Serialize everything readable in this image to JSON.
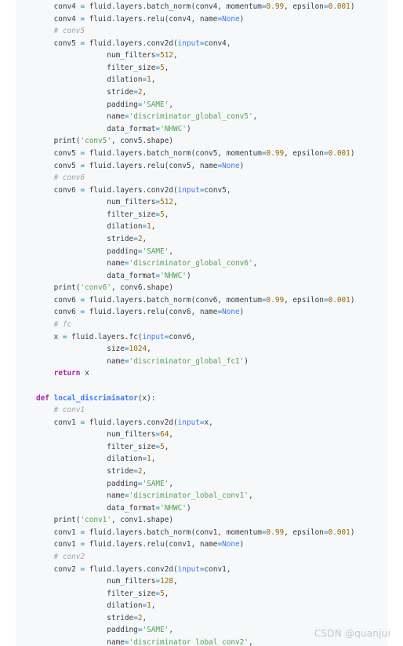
{
  "code": {
    "lines": [
      [
        {
          "t": "    conv4 "
        },
        {
          "t": "=",
          "k": "op"
        },
        {
          "t": " fluid.layers.batch_norm(conv4, momentum"
        },
        {
          "t": "=",
          "k": "op"
        },
        {
          "t": "0.99",
          "k": "nu"
        },
        {
          "t": ", epsilon"
        },
        {
          "t": "=",
          "k": "op"
        },
        {
          "t": "0.001",
          "k": "nu"
        },
        {
          "t": ")"
        }
      ],
      [
        {
          "t": "    conv4 "
        },
        {
          "t": "=",
          "k": "op"
        },
        {
          "t": " fluid.layers.relu(conv4, name"
        },
        {
          "t": "=",
          "k": "op"
        },
        {
          "t": "None",
          "k": "bi"
        },
        {
          "t": ")"
        }
      ],
      [
        {
          "t": "    "
        },
        {
          "t": "# conv5",
          "k": "cm"
        }
      ],
      [
        {
          "t": "    conv5 "
        },
        {
          "t": "=",
          "k": "op"
        },
        {
          "t": " fluid.layers.conv2d("
        },
        {
          "t": "input",
          "k": "bi"
        },
        {
          "t": "=",
          "k": "op"
        },
        {
          "t": "conv4,"
        }
      ],
      [
        {
          "t": "                num_filters"
        },
        {
          "t": "=",
          "k": "op"
        },
        {
          "t": "512",
          "k": "nu"
        },
        {
          "t": ","
        }
      ],
      [
        {
          "t": "                filter_size"
        },
        {
          "t": "=",
          "k": "op"
        },
        {
          "t": "5",
          "k": "nu"
        },
        {
          "t": ","
        }
      ],
      [
        {
          "t": "                dilation"
        },
        {
          "t": "=",
          "k": "op"
        },
        {
          "t": "1",
          "k": "nu"
        },
        {
          "t": ","
        }
      ],
      [
        {
          "t": "                stride"
        },
        {
          "t": "=",
          "k": "op"
        },
        {
          "t": "2",
          "k": "nu"
        },
        {
          "t": ","
        }
      ],
      [
        {
          "t": "                padding"
        },
        {
          "t": "=",
          "k": "op"
        },
        {
          "t": "'SAME'",
          "k": "st"
        },
        {
          "t": ","
        }
      ],
      [
        {
          "t": "                name"
        },
        {
          "t": "=",
          "k": "op"
        },
        {
          "t": "'discriminator_global_conv5'",
          "k": "st"
        },
        {
          "t": ","
        }
      ],
      [
        {
          "t": "                data_format"
        },
        {
          "t": "=",
          "k": "op"
        },
        {
          "t": "'NHWC'",
          "k": "st"
        },
        {
          "t": ")"
        }
      ],
      [
        {
          "t": "    print("
        },
        {
          "t": "'conv5'",
          "k": "st"
        },
        {
          "t": ", conv5.shape)"
        }
      ],
      [
        {
          "t": "    conv5 "
        },
        {
          "t": "=",
          "k": "op"
        },
        {
          "t": " fluid.layers.batch_norm(conv5, momentum"
        },
        {
          "t": "=",
          "k": "op"
        },
        {
          "t": "0.99",
          "k": "nu"
        },
        {
          "t": ", epsilon"
        },
        {
          "t": "=",
          "k": "op"
        },
        {
          "t": "0.001",
          "k": "nu"
        },
        {
          "t": ")"
        }
      ],
      [
        {
          "t": "    conv5 "
        },
        {
          "t": "=",
          "k": "op"
        },
        {
          "t": " fluid.layers.relu(conv5, name"
        },
        {
          "t": "=",
          "k": "op"
        },
        {
          "t": "None",
          "k": "bi"
        },
        {
          "t": ")"
        }
      ],
      [
        {
          "t": "    "
        },
        {
          "t": "# conv6",
          "k": "cm"
        }
      ],
      [
        {
          "t": "    conv6 "
        },
        {
          "t": "=",
          "k": "op"
        },
        {
          "t": " fluid.layers.conv2d("
        },
        {
          "t": "input",
          "k": "bi"
        },
        {
          "t": "=",
          "k": "op"
        },
        {
          "t": "conv5,"
        }
      ],
      [
        {
          "t": "                num_filters"
        },
        {
          "t": "=",
          "k": "op"
        },
        {
          "t": "512",
          "k": "nu"
        },
        {
          "t": ","
        }
      ],
      [
        {
          "t": "                filter_size"
        },
        {
          "t": "=",
          "k": "op"
        },
        {
          "t": "5",
          "k": "nu"
        },
        {
          "t": ","
        }
      ],
      [
        {
          "t": "                dilation"
        },
        {
          "t": "=",
          "k": "op"
        },
        {
          "t": "1",
          "k": "nu"
        },
        {
          "t": ","
        }
      ],
      [
        {
          "t": "                stride"
        },
        {
          "t": "=",
          "k": "op"
        },
        {
          "t": "2",
          "k": "nu"
        },
        {
          "t": ","
        }
      ],
      [
        {
          "t": "                padding"
        },
        {
          "t": "=",
          "k": "op"
        },
        {
          "t": "'SAME'",
          "k": "st"
        },
        {
          "t": ","
        }
      ],
      [
        {
          "t": "                name"
        },
        {
          "t": "=",
          "k": "op"
        },
        {
          "t": "'discriminator_global_conv6'",
          "k": "st"
        },
        {
          "t": ","
        }
      ],
      [
        {
          "t": "                data_format"
        },
        {
          "t": "=",
          "k": "op"
        },
        {
          "t": "'NHWC'",
          "k": "st"
        },
        {
          "t": ")"
        }
      ],
      [
        {
          "t": "    print("
        },
        {
          "t": "'conv6'",
          "k": "st"
        },
        {
          "t": ", conv6.shape)"
        }
      ],
      [
        {
          "t": "    conv6 "
        },
        {
          "t": "=",
          "k": "op"
        },
        {
          "t": " fluid.layers.batch_norm(conv6, momentum"
        },
        {
          "t": "=",
          "k": "op"
        },
        {
          "t": "0.99",
          "k": "nu"
        },
        {
          "t": ", epsilon"
        },
        {
          "t": "=",
          "k": "op"
        },
        {
          "t": "0.001",
          "k": "nu"
        },
        {
          "t": ")"
        }
      ],
      [
        {
          "t": "    conv6 "
        },
        {
          "t": "=",
          "k": "op"
        },
        {
          "t": " fluid.layers.relu(conv6, name"
        },
        {
          "t": "=",
          "k": "op"
        },
        {
          "t": "None",
          "k": "bi"
        },
        {
          "t": ")"
        }
      ],
      [
        {
          "t": "    "
        },
        {
          "t": "# fc",
          "k": "cm"
        }
      ],
      [
        {
          "t": "    x "
        },
        {
          "t": "=",
          "k": "op"
        },
        {
          "t": " fluid.layers.fc("
        },
        {
          "t": "input",
          "k": "bi"
        },
        {
          "t": "=",
          "k": "op"
        },
        {
          "t": "conv6,"
        }
      ],
      [
        {
          "t": "                size"
        },
        {
          "t": "=",
          "k": "op"
        },
        {
          "t": "1024",
          "k": "nu"
        },
        {
          "t": ","
        }
      ],
      [
        {
          "t": "                name"
        },
        {
          "t": "=",
          "k": "op"
        },
        {
          "t": "'discriminator_global_fc1'",
          "k": "st"
        },
        {
          "t": ")"
        }
      ],
      [
        {
          "t": "    "
        },
        {
          "t": "return",
          "k": "kw"
        },
        {
          "t": " x"
        }
      ],
      [
        {
          "t": ""
        }
      ],
      [
        {
          "t": "def",
          "k": "kw"
        },
        {
          "t": " "
        },
        {
          "t": "local_discriminator",
          "k": "fn"
        },
        {
          "t": "(x):"
        }
      ],
      [
        {
          "t": "    "
        },
        {
          "t": "# conv1",
          "k": "cm"
        }
      ],
      [
        {
          "t": "    conv1 "
        },
        {
          "t": "=",
          "k": "op"
        },
        {
          "t": " fluid.layers.conv2d("
        },
        {
          "t": "input",
          "k": "bi"
        },
        {
          "t": "=",
          "k": "op"
        },
        {
          "t": "x,"
        }
      ],
      [
        {
          "t": "                num_filters"
        },
        {
          "t": "=",
          "k": "op"
        },
        {
          "t": "64",
          "k": "nu"
        },
        {
          "t": ","
        }
      ],
      [
        {
          "t": "                filter_size"
        },
        {
          "t": "=",
          "k": "op"
        },
        {
          "t": "5",
          "k": "nu"
        },
        {
          "t": ","
        }
      ],
      [
        {
          "t": "                dilation"
        },
        {
          "t": "=",
          "k": "op"
        },
        {
          "t": "1",
          "k": "nu"
        },
        {
          "t": ","
        }
      ],
      [
        {
          "t": "                stride"
        },
        {
          "t": "=",
          "k": "op"
        },
        {
          "t": "2",
          "k": "nu"
        },
        {
          "t": ","
        }
      ],
      [
        {
          "t": "                padding"
        },
        {
          "t": "=",
          "k": "op"
        },
        {
          "t": "'SAME'",
          "k": "st"
        },
        {
          "t": ","
        }
      ],
      [
        {
          "t": "                name"
        },
        {
          "t": "=",
          "k": "op"
        },
        {
          "t": "'discriminator_lobal_conv1'",
          "k": "st"
        },
        {
          "t": ","
        }
      ],
      [
        {
          "t": "                data_format"
        },
        {
          "t": "=",
          "k": "op"
        },
        {
          "t": "'NHWC'",
          "k": "st"
        },
        {
          "t": ")"
        }
      ],
      [
        {
          "t": "    print("
        },
        {
          "t": "'conv1'",
          "k": "st"
        },
        {
          "t": ", conv1.shape)"
        }
      ],
      [
        {
          "t": "    conv1 "
        },
        {
          "t": "=",
          "k": "op"
        },
        {
          "t": " fluid.layers.batch_norm(conv1, momentum"
        },
        {
          "t": "=",
          "k": "op"
        },
        {
          "t": "0.99",
          "k": "nu"
        },
        {
          "t": ", epsilon"
        },
        {
          "t": "=",
          "k": "op"
        },
        {
          "t": "0.001",
          "k": "nu"
        },
        {
          "t": ")"
        }
      ],
      [
        {
          "t": "    conv1 "
        },
        {
          "t": "=",
          "k": "op"
        },
        {
          "t": " fluid.layers.relu(conv1, name"
        },
        {
          "t": "=",
          "k": "op"
        },
        {
          "t": "None",
          "k": "bi"
        },
        {
          "t": ")"
        }
      ],
      [
        {
          "t": "    "
        },
        {
          "t": "# conv2",
          "k": "cm"
        }
      ],
      [
        {
          "t": "    conv2 "
        },
        {
          "t": "=",
          "k": "op"
        },
        {
          "t": " fluid.layers.conv2d("
        },
        {
          "t": "input",
          "k": "bi"
        },
        {
          "t": "=",
          "k": "op"
        },
        {
          "t": "conv1,"
        }
      ],
      [
        {
          "t": "                num_filters"
        },
        {
          "t": "=",
          "k": "op"
        },
        {
          "t": "128",
          "k": "nu"
        },
        {
          "t": ","
        }
      ],
      [
        {
          "t": "                filter_size"
        },
        {
          "t": "=",
          "k": "op"
        },
        {
          "t": "5",
          "k": "nu"
        },
        {
          "t": ","
        }
      ],
      [
        {
          "t": "                dilation"
        },
        {
          "t": "=",
          "k": "op"
        },
        {
          "t": "1",
          "k": "nu"
        },
        {
          "t": ","
        }
      ],
      [
        {
          "t": "                stride"
        },
        {
          "t": "=",
          "k": "op"
        },
        {
          "t": "2",
          "k": "nu"
        },
        {
          "t": ","
        }
      ],
      [
        {
          "t": "                padding"
        },
        {
          "t": "=",
          "k": "op"
        },
        {
          "t": "'SAME'",
          "k": "st"
        },
        {
          "t": ","
        }
      ],
      [
        {
          "t": "                name"
        },
        {
          "t": "=",
          "k": "op"
        },
        {
          "t": "'discriminator_lobal_conv2'",
          "k": "st"
        },
        {
          "t": ","
        }
      ]
    ]
  },
  "watermark": {
    "text": "CSDN @quanjui"
  },
  "colors": {
    "panel_background": "#f6f8fa",
    "keyword": "#a626a4",
    "function": "#4078f2",
    "comment": "#a0a1a7",
    "string": "#50a14f",
    "number": "#986801",
    "operator": "#0184bc"
  }
}
